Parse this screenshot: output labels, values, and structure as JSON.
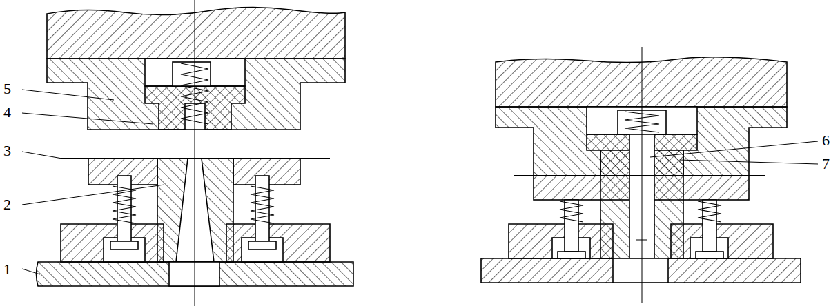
{
  "diagram": {
    "labels": [
      "5",
      "4",
      "3",
      "2",
      "1",
      "6",
      "7"
    ]
  }
}
